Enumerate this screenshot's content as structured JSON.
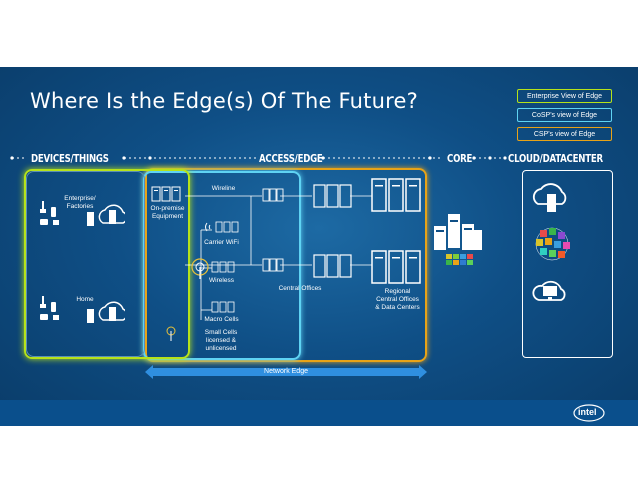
{
  "title": "Where Is the Edge(s) Of The Future?",
  "legend": {
    "enterprise": "Enterprise View of Edge",
    "cosp": "CoSP's view of Edge",
    "csp": "CSP's view of Edge"
  },
  "stages": {
    "devices": "DEVICES/THINGS",
    "access": "ACCESS/EDGE",
    "core": "CORE",
    "cloud": "CLOUD/DATACENTER"
  },
  "labels": {
    "enterprise_factories": "Enterprise/\nFactories",
    "home": "Home",
    "on_premise": "On-premise\nEquipment",
    "wireline": "Wireline",
    "carrier_wifi": "Carrier WiFi",
    "wireless": "Wireless",
    "macro_cells": "Macro Cells",
    "small_cells": "Small Cells\nlicensed &\nunlicensed",
    "central_offices": "Central Offices",
    "regional": "Regional\nCentral Offices\n& Data Centers",
    "network_edge": "Network Edge"
  },
  "logo": "intel",
  "colors": {
    "enterprise_green": "#b6e21a",
    "cosp_cyan": "#5fd3f3",
    "csp_orange": "#e8a317",
    "band": "#0a4f8c"
  }
}
